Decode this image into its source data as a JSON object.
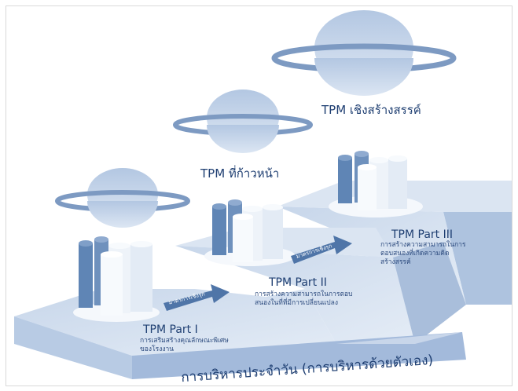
{
  "labels": {
    "tpm_creative": "TPM เชิงสร้างสรรค์",
    "tpm_progressive": "TPM ที่ก้าวหน้า",
    "part1_title": "TPM Part I",
    "part1_desc": "การเสริมสร้างคุณลักษณะพิเศษของโรงงาน",
    "part2_title": "TPM Part II",
    "part2_desc": "การสร้างความสามารถในการตอบสนองในที่ที่มีการเปลี่ยนแปลง",
    "part3_title": "TPM Part III",
    "part3_desc": "การสร้างความสามารถในการตอบสนองที่เกิดความคิดสร้างสรรค์",
    "arrow1": "มาตรการเชิงรุก",
    "arrow2": "มาตรการเชิงรุก",
    "base": "การบริหารประจำวัน (การบริหารด้วยตัวเอง)"
  },
  "colors": {
    "dark_blue": "#5f85b5",
    "mid_blue": "#a9bfdc",
    "light_blue": "#d5e1f0",
    "pale": "#eef3f9",
    "text": "#1f3f72"
  }
}
